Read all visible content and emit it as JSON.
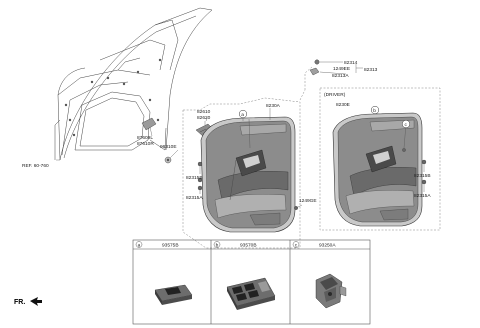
{
  "main_callouts": {
    "ref": "REF. 60-760",
    "p87609L": "87609L",
    "p87610R": "87610R",
    "p96310E": "96310E",
    "p82610": "82610",
    "p82620": "82620",
    "p8230A": "8230A",
    "p82315B": "82315B",
    "p82315A": "82315A",
    "p1249GE": "1249GE",
    "p82314": "82314",
    "p1249EE": "1249EE",
    "p82313": "82313",
    "p82313A": "82313A"
  },
  "driver_panel": {
    "title": "(DRIVER)",
    "p8230E": "8230E",
    "p82315B": "82315B",
    "p82315A": "82315A"
  },
  "circle_markers": {
    "a": "a",
    "b": "b",
    "c": "c"
  },
  "inset_table": {
    "cells": [
      {
        "letter": "a",
        "part": "93575B"
      },
      {
        "letter": "b",
        "part": "93570B"
      },
      {
        "letter": "c",
        "part": "93250A"
      }
    ]
  },
  "front_marker": "FR."
}
